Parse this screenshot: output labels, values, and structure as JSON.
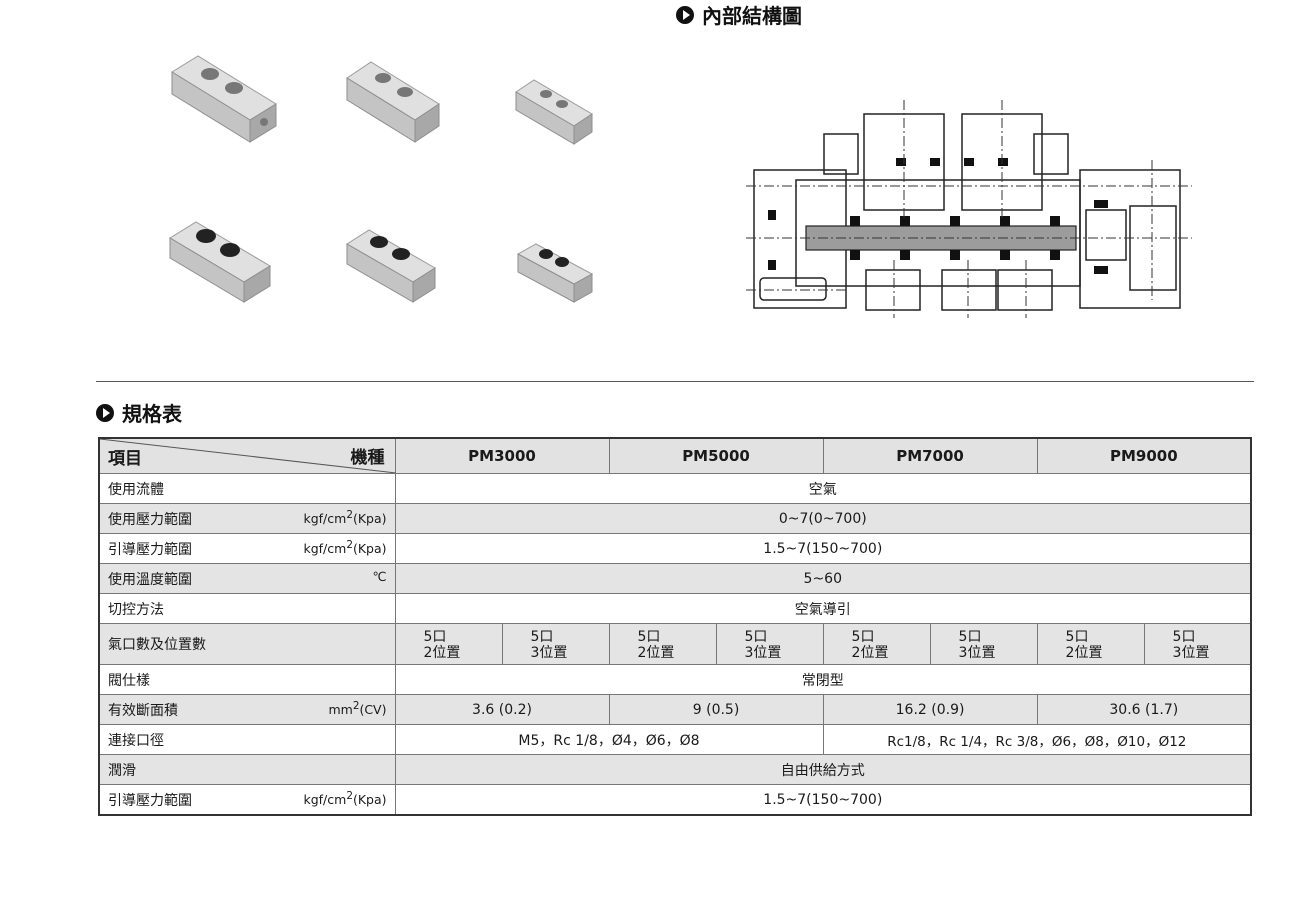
{
  "headings": {
    "structure": "內部結構圖",
    "spec": "規格表"
  },
  "icons": {
    "heading_bullet": "circle-play-icon"
  },
  "table": {
    "corner_top": "機種",
    "corner_bottom": "項目",
    "models": [
      "PM3000",
      "PM5000",
      "PM7000",
      "PM9000"
    ],
    "rows": [
      {
        "label": "使用流體",
        "unit": "",
        "value": "空氣"
      },
      {
        "label": "使用壓力範圍",
        "unit_main": "kgf/cm",
        "unit_sup": "2",
        "unit_tail": "(Kpa)",
        "value": "0~7(0~700)"
      },
      {
        "label": "引導壓力範圍",
        "unit_main": "kgf/cm",
        "unit_sup": "2",
        "unit_tail": "(Kpa)",
        "value": "1.5~7(150~700)"
      },
      {
        "label": "使用溫度範圍",
        "unit": "℃",
        "value": "5~60"
      },
      {
        "label": "切控方法",
        "unit": "",
        "value": "空氣導引"
      },
      {
        "label": "氣口數及位置數",
        "unit": "",
        "ports": "5口",
        "pos2": "2位置",
        "pos3": "3位置"
      },
      {
        "label": "閥仕樣",
        "unit": "",
        "value": "常閉型"
      },
      {
        "label": "有效斷面積",
        "unit_main": "mm",
        "unit_sup": "2",
        "unit_tail": "(CV)",
        "values": [
          "3.6 (0.2)",
          "9 (0.5)",
          "16.2 (0.9)",
          "30.6 (1.7)"
        ]
      },
      {
        "label": "連接口徑",
        "unit": "",
        "values": [
          "M5，Rc 1/8，Ø4，Ø6，Ø8",
          "Rc1/8，Rc 1/4，Rc 3/8，Ø6，Ø8，Ø10，Ø12"
        ]
      },
      {
        "label": "潤滑",
        "unit": "",
        "value": "自由供給方式"
      },
      {
        "label": "引導壓力範圍",
        "unit_main": "kgf/cm",
        "unit_sup": "2",
        "unit_tail": "(Kpa)",
        "value": "1.5~7(150~700)"
      }
    ]
  },
  "colors": {
    "header_bg": "#e2e2e2",
    "valve_body": "#c4c4c4"
  }
}
